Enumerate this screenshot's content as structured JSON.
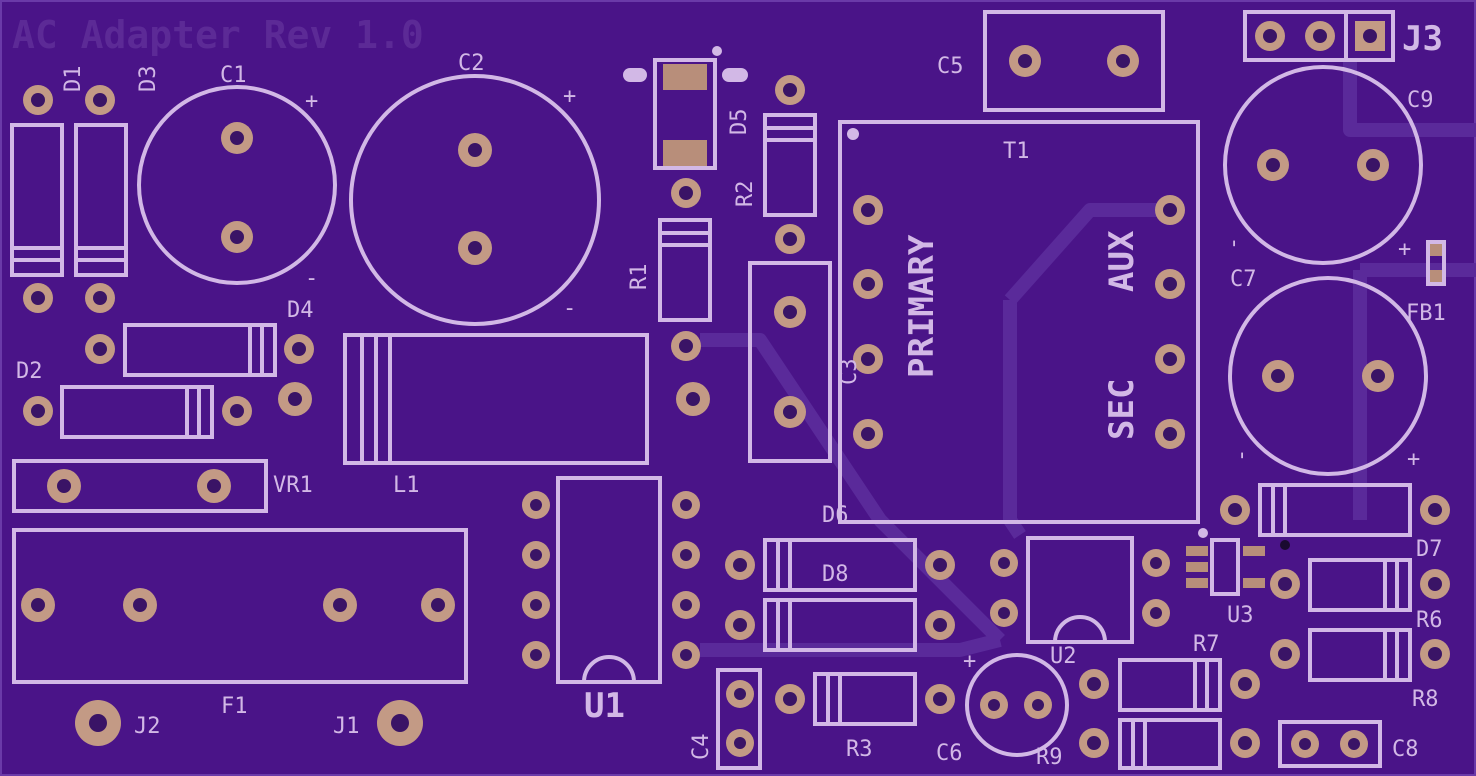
{
  "board": {
    "title": "AC Adapter Rev 1.0",
    "background_color": "#4a1488",
    "silkscreen_color": "#d2b8e6",
    "pad_color": "#c39a85"
  },
  "labels": {
    "D1": "D1",
    "D3": "D3",
    "C1": "C1",
    "C2": "C2",
    "D5": "D5",
    "R2": "R2",
    "C5": "C5",
    "T1": "T1",
    "J3": "J3",
    "C9": "C9",
    "C7": "C7",
    "FB1": "FB1",
    "R1": "R1",
    "D4": "D4",
    "D2": "D2",
    "C3": "C3",
    "L1": "L1",
    "VR1": "VR1",
    "D6": "D6",
    "D8": "D8",
    "D7": "D7",
    "R6": "R6",
    "U3": "U3",
    "R7": "R7",
    "U2": "U2",
    "R8": "R8",
    "F1": "F1",
    "J2": "J2",
    "J1": "J1",
    "U1": "U1",
    "C4": "C4",
    "R3": "R3",
    "C6": "C6",
    "R9": "R9",
    "C8": "C8",
    "PRIMARY": "PRIMARY",
    "AUX": "AUX",
    "SEC": "SEC",
    "plus": "+",
    "minus": "-"
  }
}
